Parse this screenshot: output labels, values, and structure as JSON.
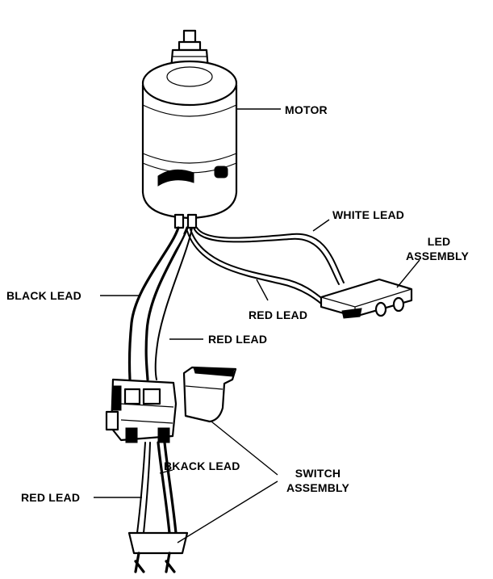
{
  "labels": {
    "motor": "MOTOR",
    "white_lead": "WHITE LEAD",
    "led_assembly_line1": "LED",
    "led_assembly_line2": "ASSEMBLY",
    "black_lead": "BLACK LEAD",
    "red_lead_upper": "RED LEAD",
    "red_lead_middle": "RED LEAD",
    "bkack_lead": "BKACK LEAD",
    "switch_assembly_line1": "SWITCH",
    "switch_assembly_line2": "ASSEMBLY",
    "red_lead_lower": "RED LEAD"
  }
}
